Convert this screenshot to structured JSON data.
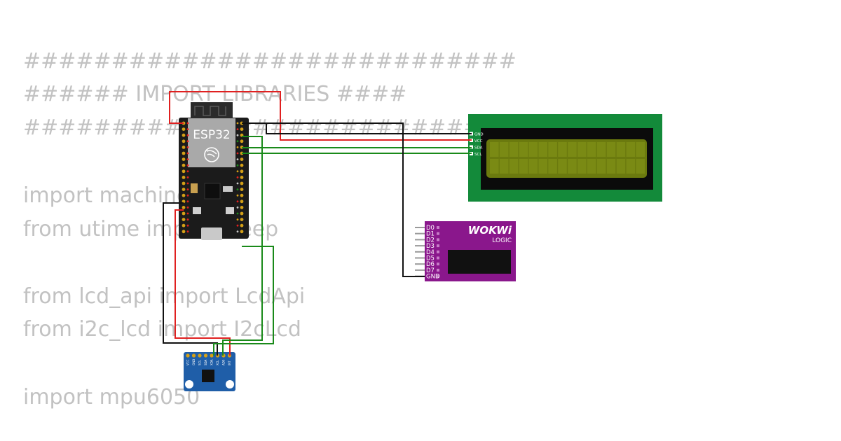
{
  "code_lines": [
    "############################",
    "###### IMPORT LIBRARIES ####",
    "############################",
    "",
    "import machine",
    "from utime import sleep",
    "",
    "from lcd_api import LcdApi",
    "from i2c_lcd import I2cLcd",
    "",
    "import mpu6050"
  ],
  "esp32": {
    "label": "ESP32"
  },
  "lcd": {
    "pins": [
      "GND",
      "VCC",
      "SDA",
      "SCL"
    ],
    "display_color": "#6b7a0e"
  },
  "logic": {
    "brand": "WOKWi",
    "subtitle": "LOGIC",
    "pins": [
      "D0",
      "D1",
      "D2",
      "D3",
      "D4",
      "D5",
      "D6",
      "D7",
      "GND"
    ]
  },
  "mpu": {
    "pins": [
      "VCC",
      "GND",
      "SCL",
      "SDA",
      "XDA",
      "XCL",
      "AD0",
      "INT"
    ]
  },
  "colors": {
    "wire_red": "#e02020",
    "wire_black": "#111111",
    "wire_green": "#1a8a1a",
    "logic_purple": "#8a178c",
    "lcd_green": "#138a3a",
    "mpu_blue": "#1f5ea8"
  }
}
